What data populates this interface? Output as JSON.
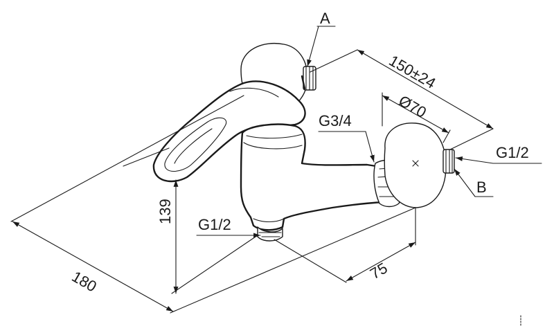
{
  "labels": {
    "callout_a": "A",
    "callout_b": "B",
    "thread_outlet": "G3/4",
    "thread_bottom": "G1/2",
    "thread_right": "G1/2"
  },
  "dimensions": {
    "centers": "150±24",
    "rosette_diameter": "Ø70",
    "length": "180",
    "height": "139",
    "depth": "75"
  },
  "colors": {
    "line": "#1a1a1a",
    "background": "#ffffff"
  }
}
